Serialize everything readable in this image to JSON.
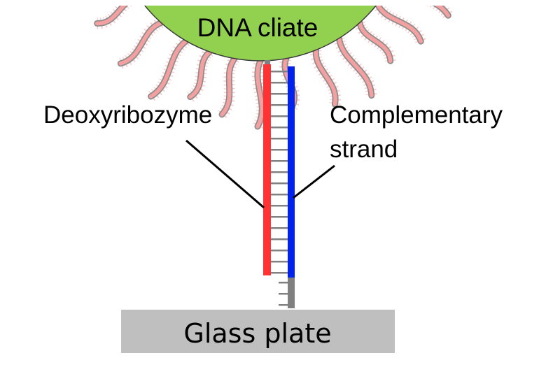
{
  "labels": {
    "cell": "DNA cliate",
    "deoxyribozyme": "Deoxyribozyme",
    "complementary_line1": "Complementary",
    "complementary_line2": "strand",
    "plate": "Glass plate"
  },
  "colors": {
    "cell_fill": "#92D050",
    "cell_outline": "#3a3a3a",
    "tentacle_fill": "#F4A0A0",
    "tentacle_outline": "#8c8c8c",
    "deoxyribozyme_strand": "#FF3333",
    "complementary_strand": "#0022EE",
    "linker": "#808080",
    "rung": "#808080",
    "plate_fill": "#BFBFBF",
    "leader_line": "#000000"
  },
  "structure": {
    "paired_rungs": 19,
    "tail_rungs": 3
  }
}
